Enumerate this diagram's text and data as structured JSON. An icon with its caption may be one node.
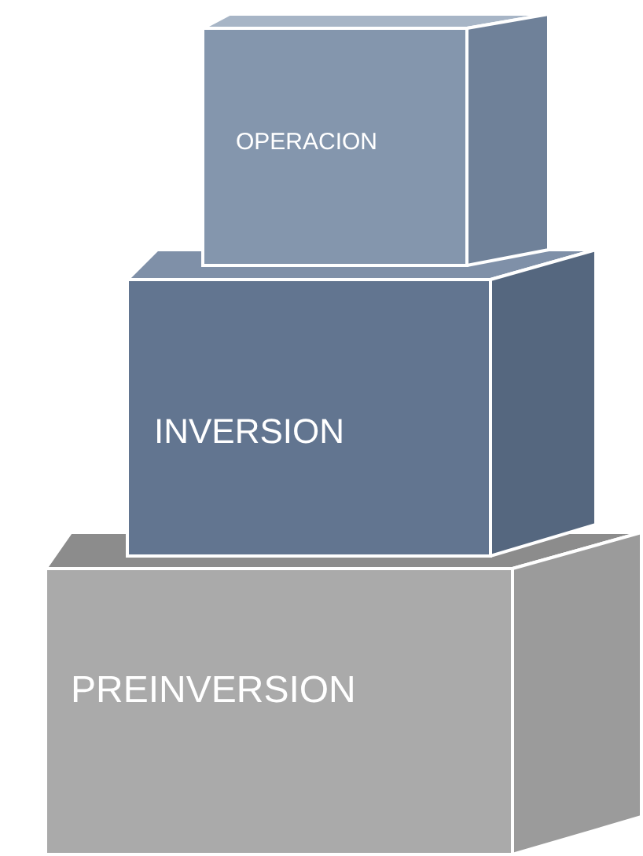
{
  "diagram": {
    "nodes": [
      {
        "text": [
          "OPERACION"
        ]
      },
      {
        "text": [
          "INVERSION"
        ]
      },
      {
        "text": [
          "PREINVERSION"
        ]
      }
    ],
    "edges": []
  }
}
